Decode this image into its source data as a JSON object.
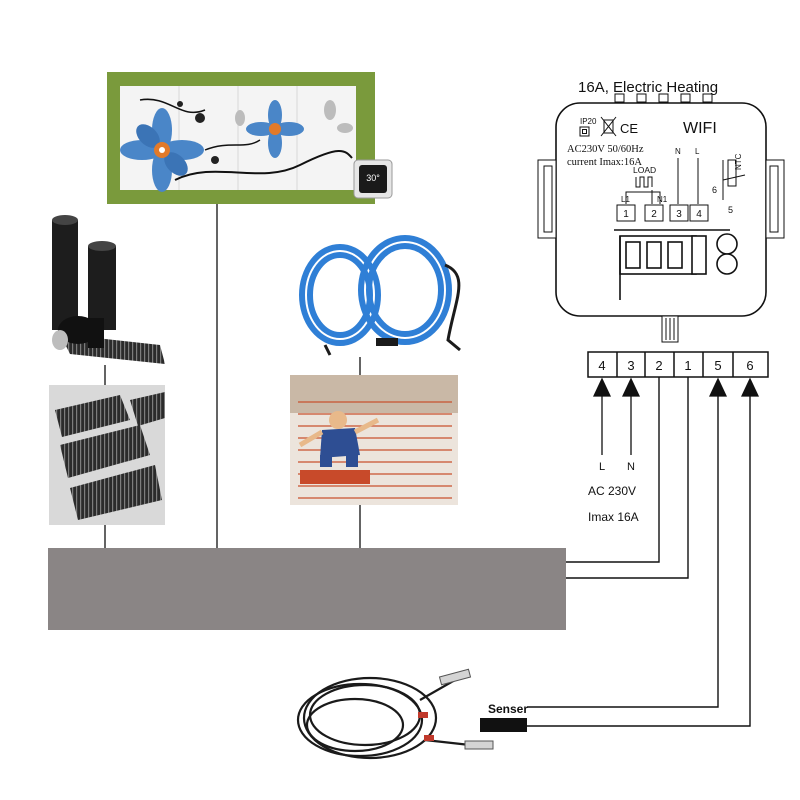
{
  "thermostat": {
    "title": "16A, Electric Heating",
    "wifi_label": "WIFI",
    "ip_rating": "IP20",
    "ce_mark": "CE",
    "spec_line1": "AC230V 50/60Hz",
    "spec_line2": "current Imax:16A",
    "load_label": "LOAD",
    "label_l1": "L1",
    "label_n1": "N1",
    "label_n": "N",
    "label_l": "L",
    "label_ntc": "NTC",
    "label_6": "6",
    "label_5": "5",
    "terminals": [
      "1",
      "2",
      "3",
      "4"
    ]
  },
  "terminal_block": {
    "labels": [
      "4",
      "3",
      "2",
      "1",
      "5",
      "6"
    ]
  },
  "supply": {
    "l_label": "L",
    "n_label": "N",
    "voltage": "AC 230V",
    "current": "Imax 16A"
  },
  "sensor": {
    "label": "Senser"
  },
  "thumbnail": {
    "temperature": "30",
    "unit": "°"
  },
  "colors": {
    "floor_slab": "#8a8585",
    "wall_frame": "#7a9a3c",
    "heating_cable": "#2f7fd6",
    "flower_blue": "#4a86c8",
    "wire": "#111111"
  }
}
